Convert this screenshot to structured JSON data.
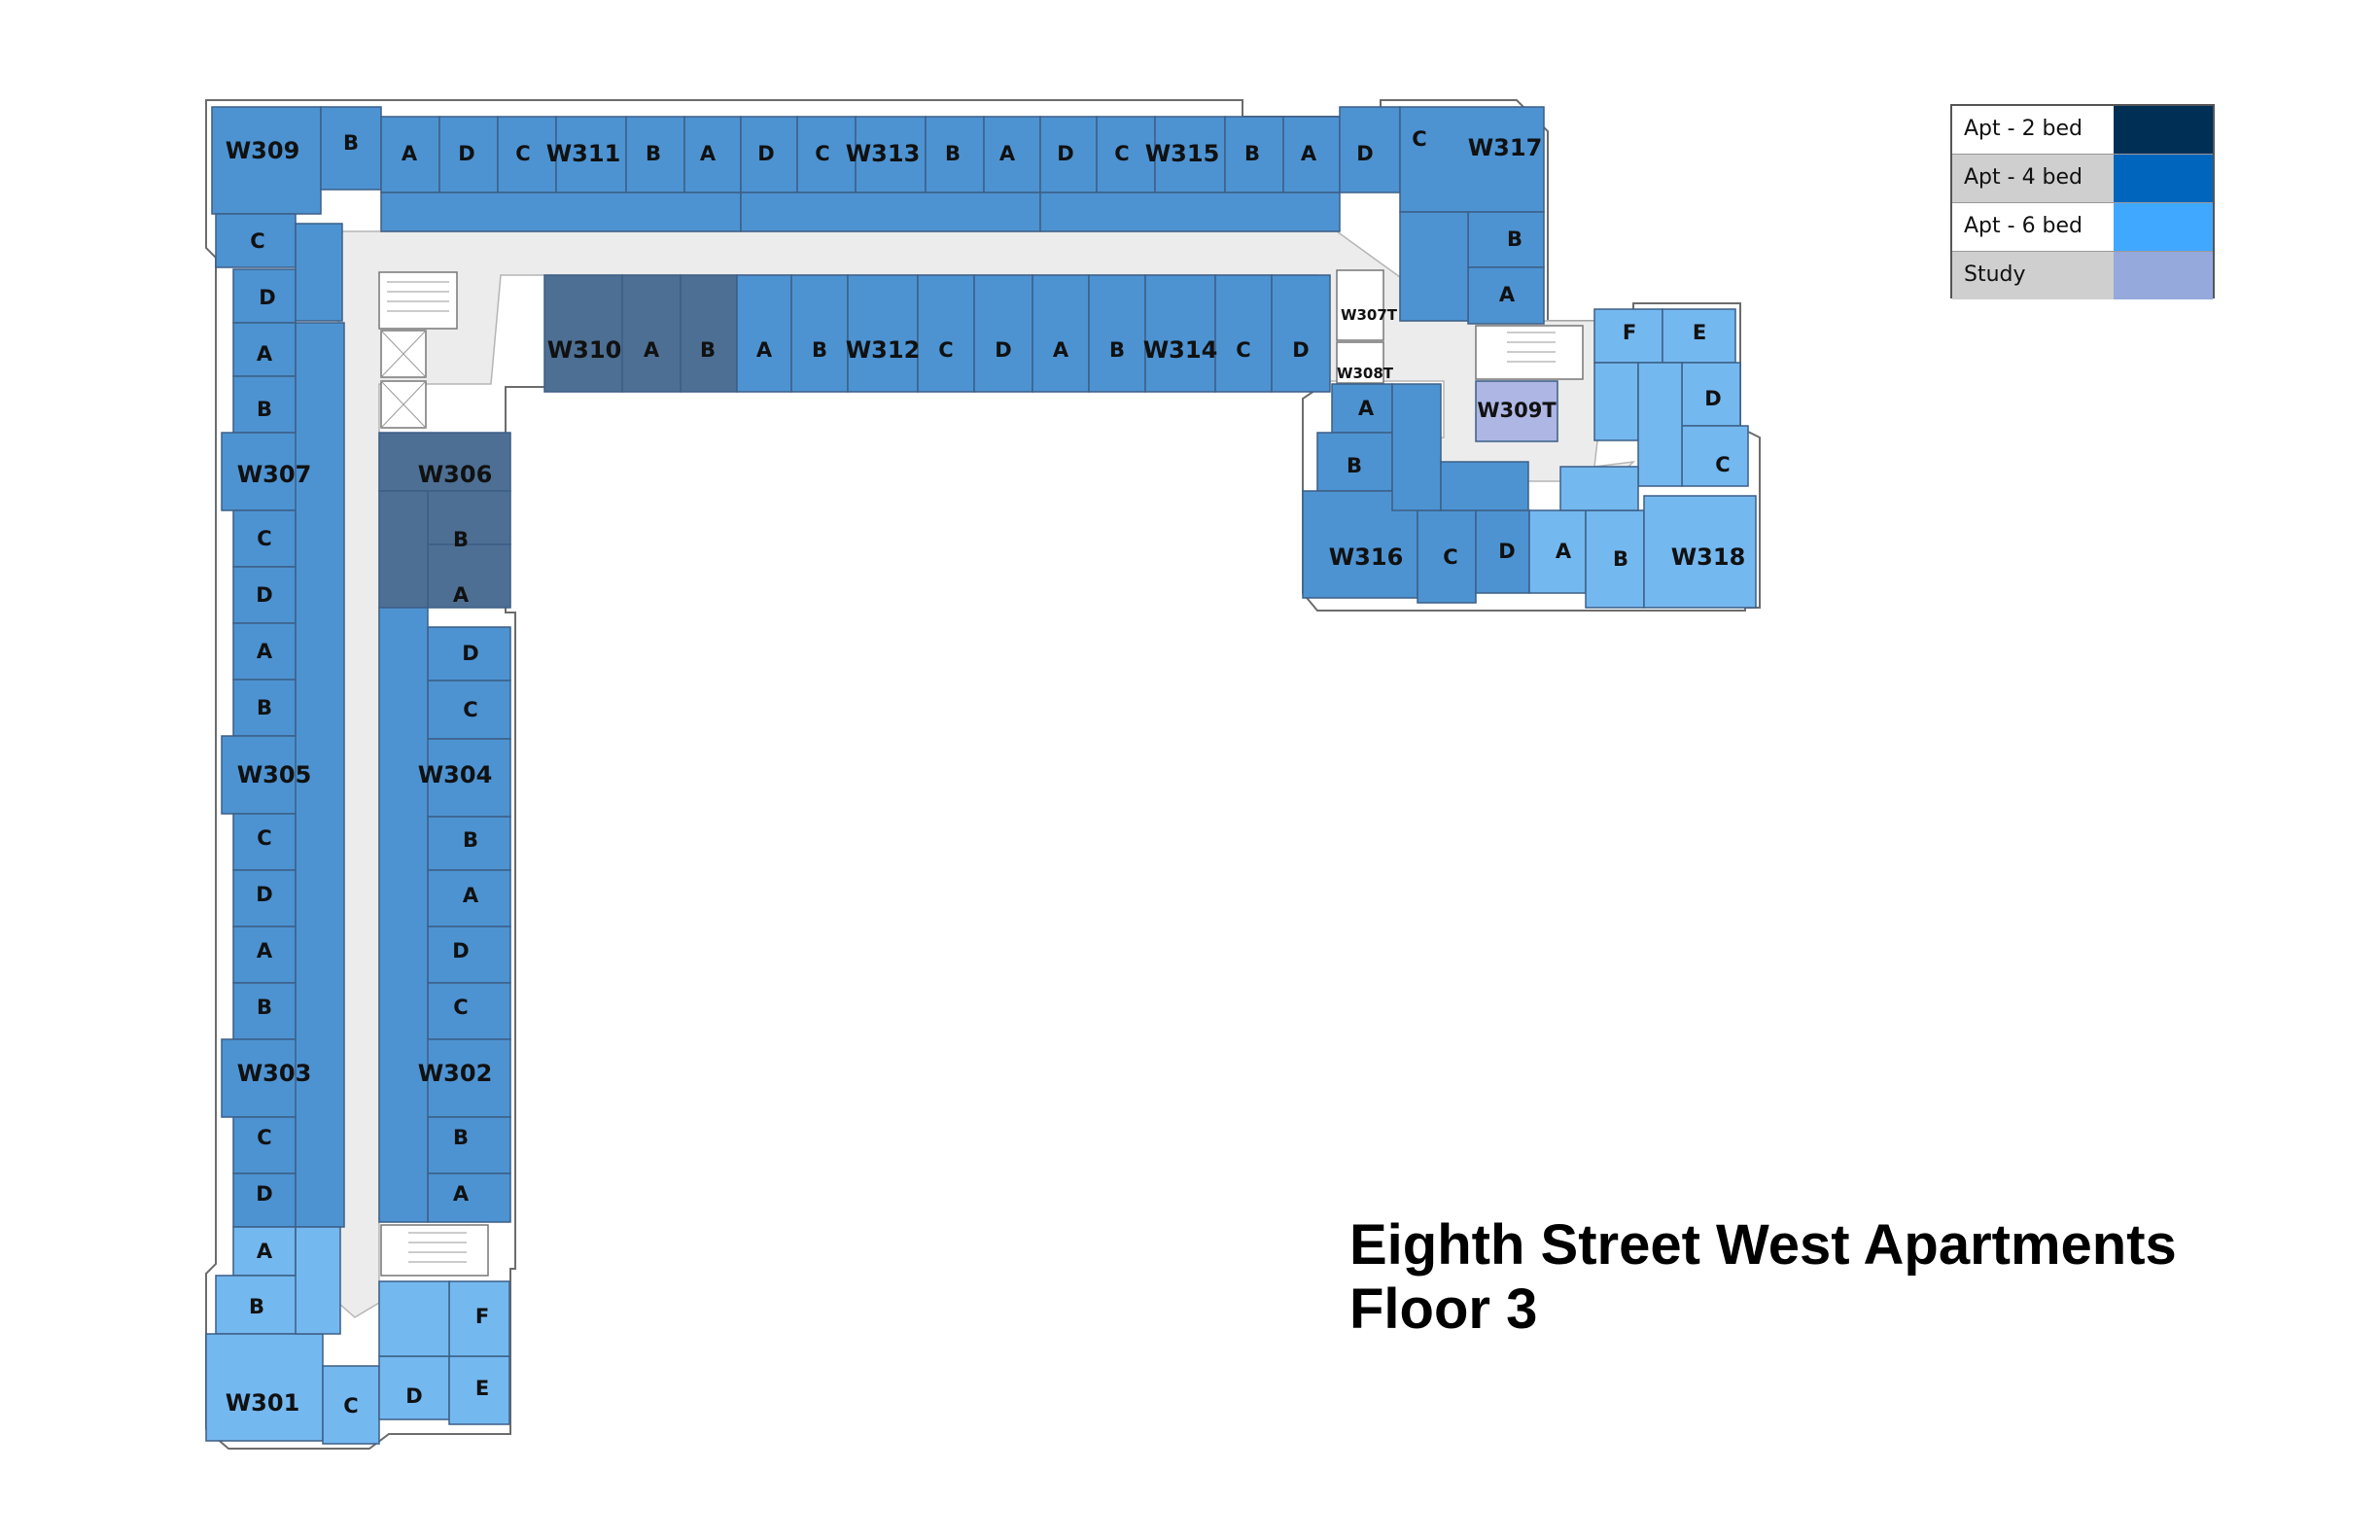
{
  "title": {
    "line1": "Eighth Street West Apartments",
    "line2": "Floor 3"
  },
  "legend": [
    {
      "label": "Apt - 2 bed",
      "color": "#002f56",
      "bg": "#ffffff"
    },
    {
      "label": "Apt - 4 bed",
      "color": "#0066bd",
      "bg": "#cfcfcf"
    },
    {
      "label": "Apt - 6 bed",
      "color": "#40a8ff",
      "bg": "#ffffff"
    },
    {
      "label": "Study",
      "color": "#96a9dd",
      "bg": "#cfcfcf"
    }
  ],
  "units": {
    "W301": "W301",
    "W302": "W302",
    "W303": "W303",
    "W304": "W304",
    "W305": "W305",
    "W306": "W306",
    "W307": "W307",
    "W309": "W309",
    "W310": "W310",
    "W311": "W311",
    "W312": "W312",
    "W313": "W313",
    "W314": "W314",
    "W315": "W315",
    "W316": "W316",
    "W317": "W317",
    "W318": "W318",
    "W307T": "W307T",
    "W308T": "W308T",
    "W309T": "W309T"
  },
  "rooms": {
    "A": "A",
    "B": "B",
    "C": "C",
    "D": "D",
    "E": "E",
    "F": "F"
  }
}
